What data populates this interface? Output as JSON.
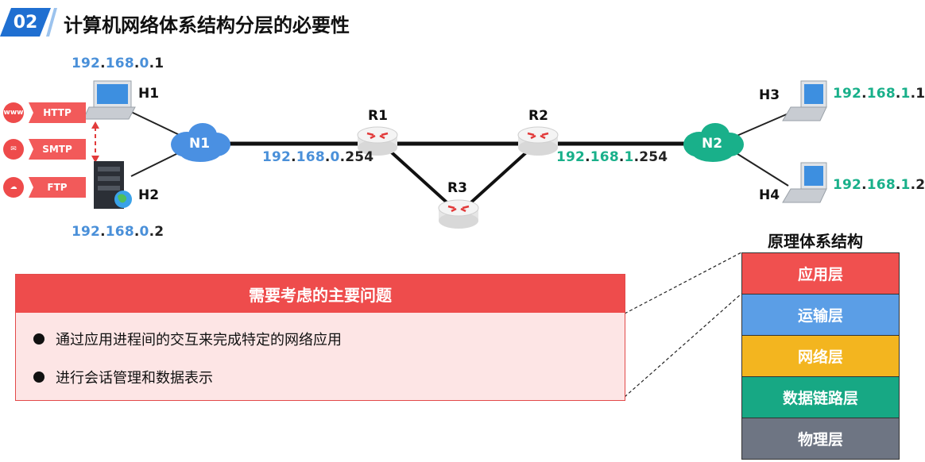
{
  "header": {
    "section_no": "02",
    "title": "计算机网络体系结构分层的必要性"
  },
  "hosts": {
    "h1": {
      "name": "H1",
      "ip": [
        "192",
        ".",
        "168",
        ".",
        "0",
        ".1"
      ]
    },
    "h2": {
      "name": "H2",
      "ip": [
        "192",
        ".",
        "168",
        ".",
        "0",
        ".2"
      ]
    },
    "h3": {
      "name": "H3",
      "ip": [
        "192",
        ".",
        "168",
        ".",
        "1",
        ".1"
      ]
    },
    "h4": {
      "name": "H4",
      "ip": [
        "192",
        ".",
        "168",
        ".",
        "1",
        ".2"
      ]
    }
  },
  "networks": {
    "n1": "N1",
    "n2": "N2"
  },
  "routers": {
    "r1": "R1",
    "r2": "R2",
    "r3": "R3",
    "r1_ip": [
      "192",
      ".",
      "168",
      ".",
      "0",
      ".254"
    ],
    "r2_ip": [
      "192",
      ".",
      "168",
      ".",
      "1",
      ".254"
    ]
  },
  "protocols": [
    {
      "label": "HTTP",
      "icon": "www-icon"
    },
    {
      "label": "SMTP",
      "icon": "mail-icon"
    },
    {
      "label": "FTP",
      "icon": "cloud-upload-icon"
    }
  ],
  "issues": {
    "title": "需要考虑的主要问题",
    "items": [
      "通过应用进程间的交互来完成特定的网络应用",
      "进行会话管理和数据表示"
    ]
  },
  "layers": {
    "title": "原理体系结构",
    "items": [
      {
        "name": "应用层",
        "color": "#f0504f"
      },
      {
        "name": "运输层",
        "color": "#5b9ee6"
      },
      {
        "name": "网络层",
        "color": "#f3b51f"
      },
      {
        "name": "数据链路层",
        "color": "#17a884"
      },
      {
        "name": "物理层",
        "color": "#6e7583"
      }
    ]
  },
  "colors": {
    "ip_net_left": "#4a90d9",
    "ip_net_right": "#19b08a",
    "accent": "#1f6fd1"
  }
}
